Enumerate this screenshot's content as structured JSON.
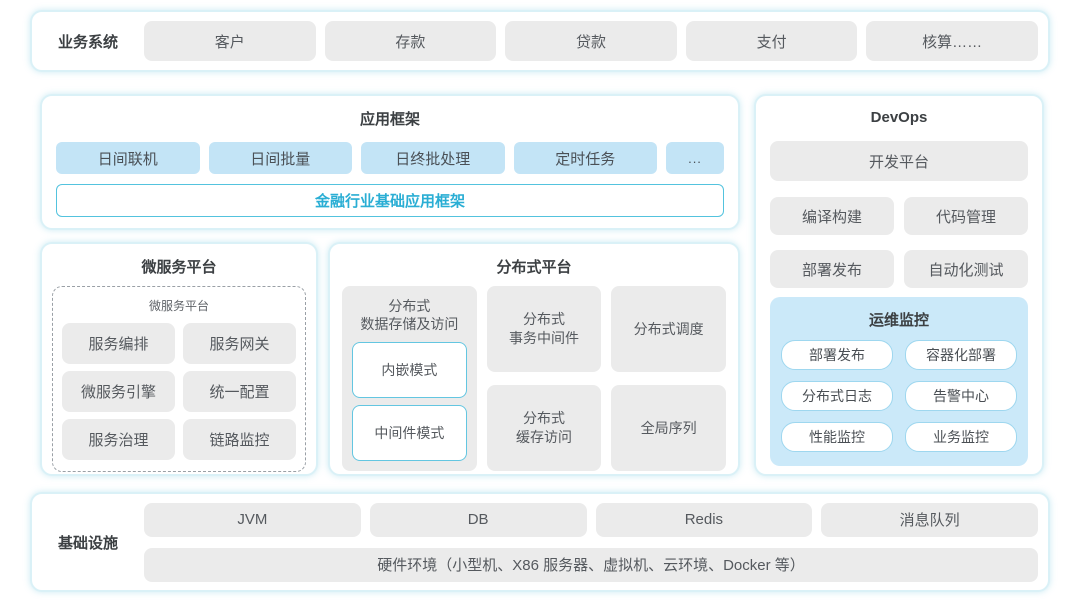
{
  "colors": {
    "accent_cyan": "#2aaed4",
    "base_bar_border": "#53c3de",
    "box_border": "#daf1f7",
    "gray_button_bg": "#ebebeb",
    "blue_button_bg": "#c3e4f6",
    "ops_panel_bg": "#cbe9f9",
    "ops_button_border": "#9ed7ef",
    "mode_box_border": "#63c6e1",
    "title_text": "#3c4043",
    "button_text": "#55595e"
  },
  "business_systems": {
    "label": "业务系统",
    "items": [
      "客户",
      "存款",
      "贷款",
      "支付",
      "核算……"
    ]
  },
  "app_framework": {
    "title": "应用框架",
    "items": [
      "日间联机",
      "日间批量",
      "日终批处理",
      "定时任务",
      "..."
    ],
    "base_framework": "金融行业基础应用框架"
  },
  "microservice_platform": {
    "title": "微服务平台",
    "inner_title": "微服务平台",
    "items": [
      "服务编排",
      "服务网关",
      "微服务引擎",
      "统一配置",
      "服务治理",
      "链路监控"
    ]
  },
  "distributed_platform": {
    "title": "分布式平台",
    "storage_card": {
      "title": "分布式\n数据存储及访问",
      "modes": [
        "内嵌模式",
        "中间件模式"
      ]
    },
    "cards": [
      "分布式\n事务中间件",
      "分布式调度",
      "分布式\n缓存访问",
      "全局序列"
    ]
  },
  "devops": {
    "title": "DevOps",
    "dev_platform": "开发平台",
    "items": [
      "编译构建",
      "代码管理",
      "部署发布",
      "自动化测试"
    ],
    "ops_monitoring": {
      "title": "运维监控",
      "items": [
        "部署发布",
        "容器化部署",
        "分布式日志",
        "告警中心",
        "性能监控",
        "业务监控"
      ]
    }
  },
  "infrastructure": {
    "label": "基础设施",
    "items": [
      "JVM",
      "DB",
      "Redis",
      "消息队列"
    ],
    "hardware": "硬件环境（小型机、X86 服务器、虚拟机、云环境、Docker 等）"
  }
}
